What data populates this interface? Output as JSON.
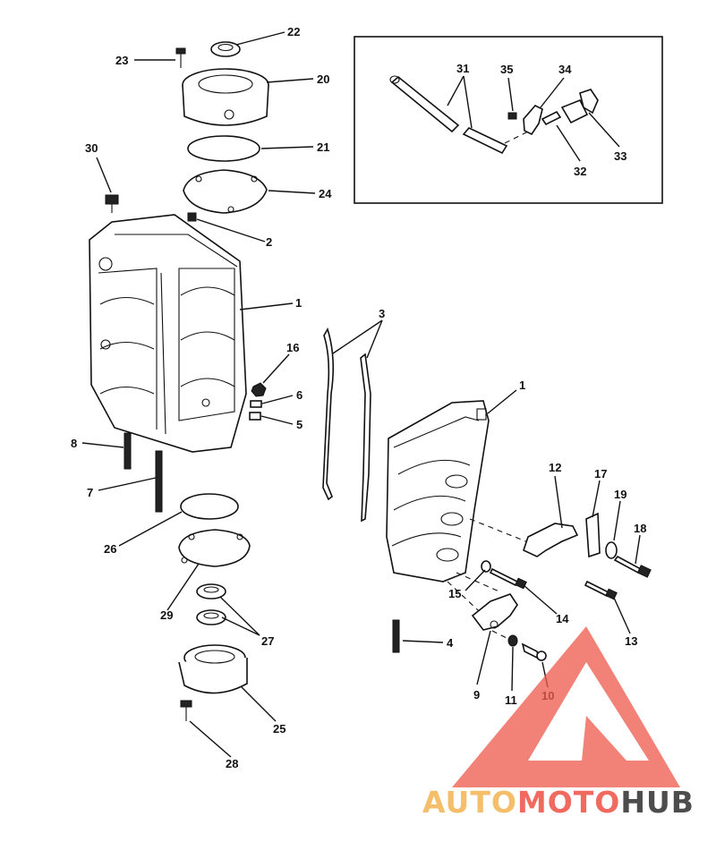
{
  "callouts": {
    "c1a": "1",
    "c1b": "1",
    "c2": "2",
    "c3": "3",
    "c4": "4",
    "c5": "5",
    "c6": "6",
    "c7": "7",
    "c8": "8",
    "c9": "9",
    "c10": "10",
    "c11": "11",
    "c12": "12",
    "c13": "13",
    "c14": "14",
    "c15": "15",
    "c16": "16",
    "c17": "17",
    "c18": "18",
    "c19": "19",
    "c20": "20",
    "c21": "21",
    "c22": "22",
    "c23": "23",
    "c24": "24",
    "c25": "25",
    "c26": "26",
    "c27": "27",
    "c28": "28",
    "c29": "29",
    "c30": "30",
    "c31": "31",
    "c32": "32",
    "c33": "33",
    "c34": "34",
    "c35": "35"
  },
  "watermark": {
    "part1": "AUTO",
    "part2": "MOTO",
    "part3": "HUB",
    "color_light": "#f5b85a",
    "color_red": "#ef5a4e",
    "color_gray": "#3a3a3a"
  }
}
